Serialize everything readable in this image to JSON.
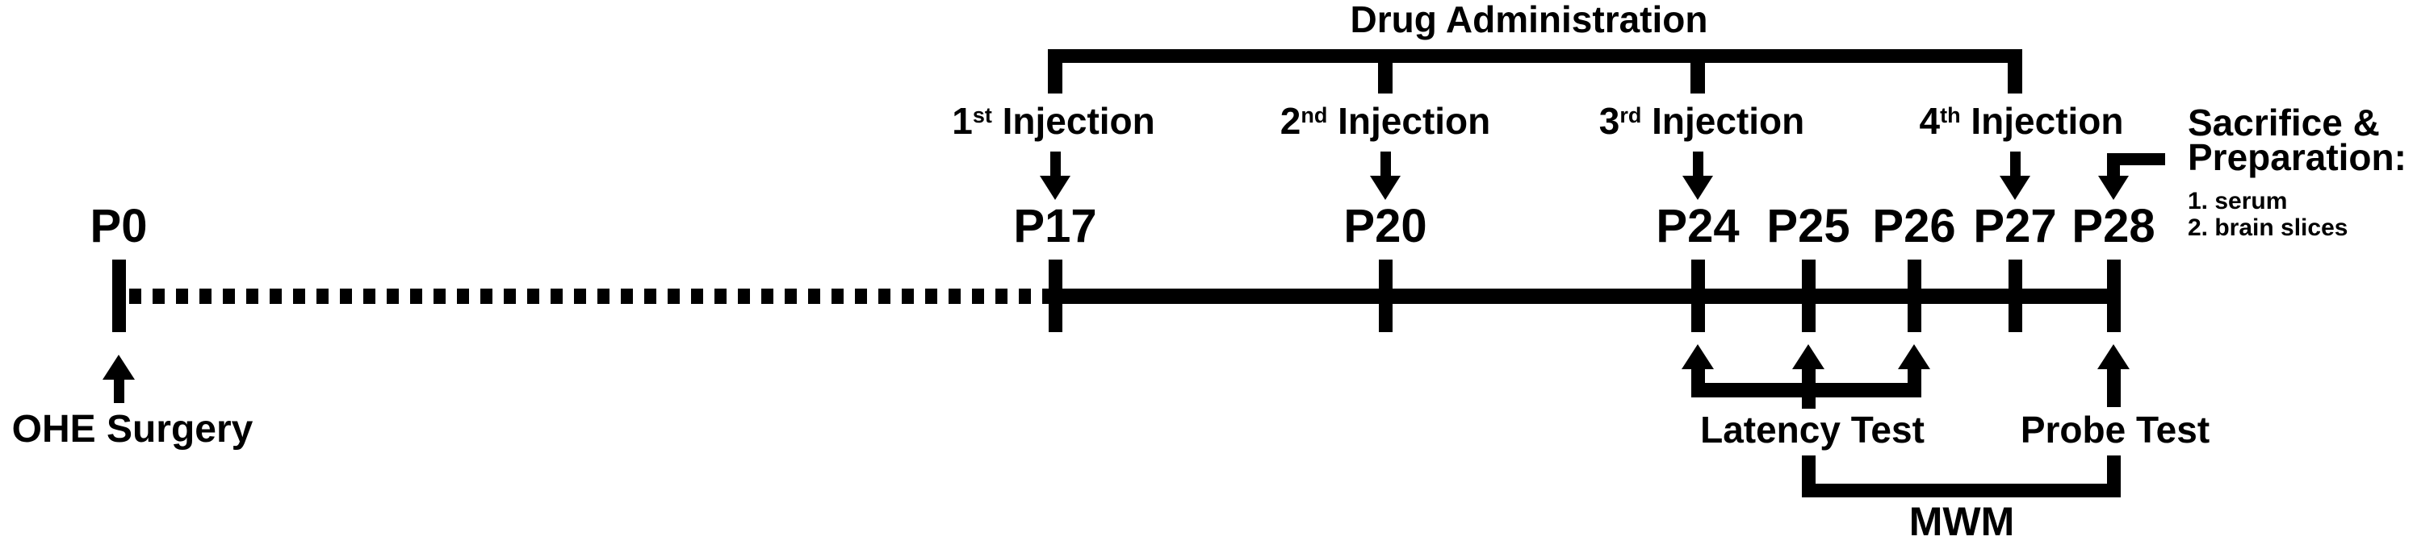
{
  "colors": {
    "ink": "#000000",
    "background": "#ffffff"
  },
  "title": "Drug Administration",
  "days": [
    {
      "label": "P0"
    },
    {
      "label": "P17"
    },
    {
      "label": "P20"
    },
    {
      "label": "P24"
    },
    {
      "label": "P25"
    },
    {
      "label": "P26"
    },
    {
      "label": "P27"
    },
    {
      "label": "P28"
    }
  ],
  "injections": [
    {
      "number": "1",
      "ordinal": "st",
      "word": "Injection"
    },
    {
      "number": "2",
      "ordinal": "nd",
      "word": "Injection"
    },
    {
      "number": "3",
      "ordinal": "rd",
      "word": "Injection"
    },
    {
      "number": "4",
      "ordinal": "th",
      "word": "Injection"
    }
  ],
  "surgery_label": "OHE Surgery",
  "tests": {
    "latency": "Latency Test",
    "probe": "Probe Test",
    "mwm": "MWM"
  },
  "sacrifice": {
    "line1": "Sacrifice &",
    "line2": "Preparation:",
    "items": [
      "1. serum",
      "2. brain slices"
    ]
  }
}
